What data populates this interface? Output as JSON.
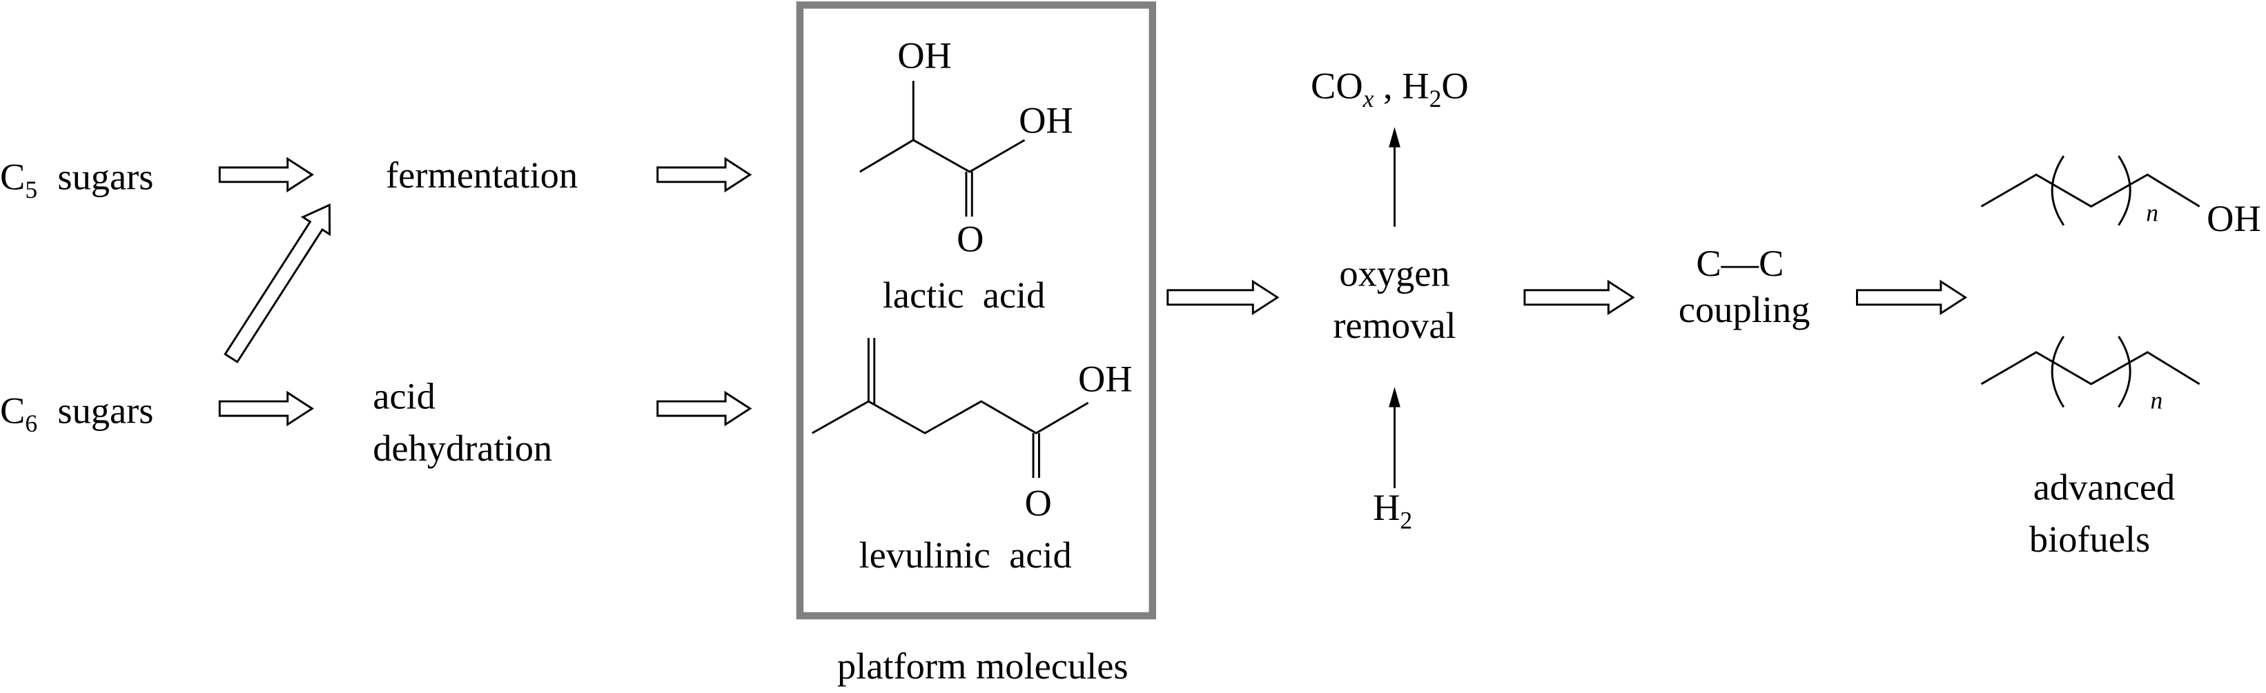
{
  "feedstocks": {
    "c5": {
      "symbol": "C",
      "subscript": "5",
      "label": "sugars"
    },
    "c6": {
      "symbol": "C",
      "subscript": "6",
      "label": "sugars"
    }
  },
  "processes": {
    "fermentation": "fermentation",
    "acid_dehydration": [
      "acid",
      "dehydration"
    ],
    "oxygen_removal": [
      "oxygen",
      "removal"
    ],
    "cc_coupling": {
      "bond": "C—C",
      "label": "coupling"
    }
  },
  "platform": {
    "caption": "platform molecules",
    "lactic_acid": {
      "name": "lactic  acid",
      "oh_top": "OH",
      "oh_right": "OH",
      "carbonyl_o": "O"
    },
    "levulinic_acid": {
      "name": "levulinic  acid",
      "oh": "OH",
      "carbonyl_o": "O"
    },
    "box_color": "#808080"
  },
  "byproducts": {
    "co": "CO",
    "x": "x",
    "sep": " , H",
    "two": "2",
    "o": "O"
  },
  "reagent": {
    "h": "H",
    "two": "2"
  },
  "products": {
    "alcohol": {
      "n": "n",
      "oh": "OH"
    },
    "alkane": {
      "n": "n"
    },
    "caption": [
      "advanced",
      "biofuels"
    ]
  }
}
